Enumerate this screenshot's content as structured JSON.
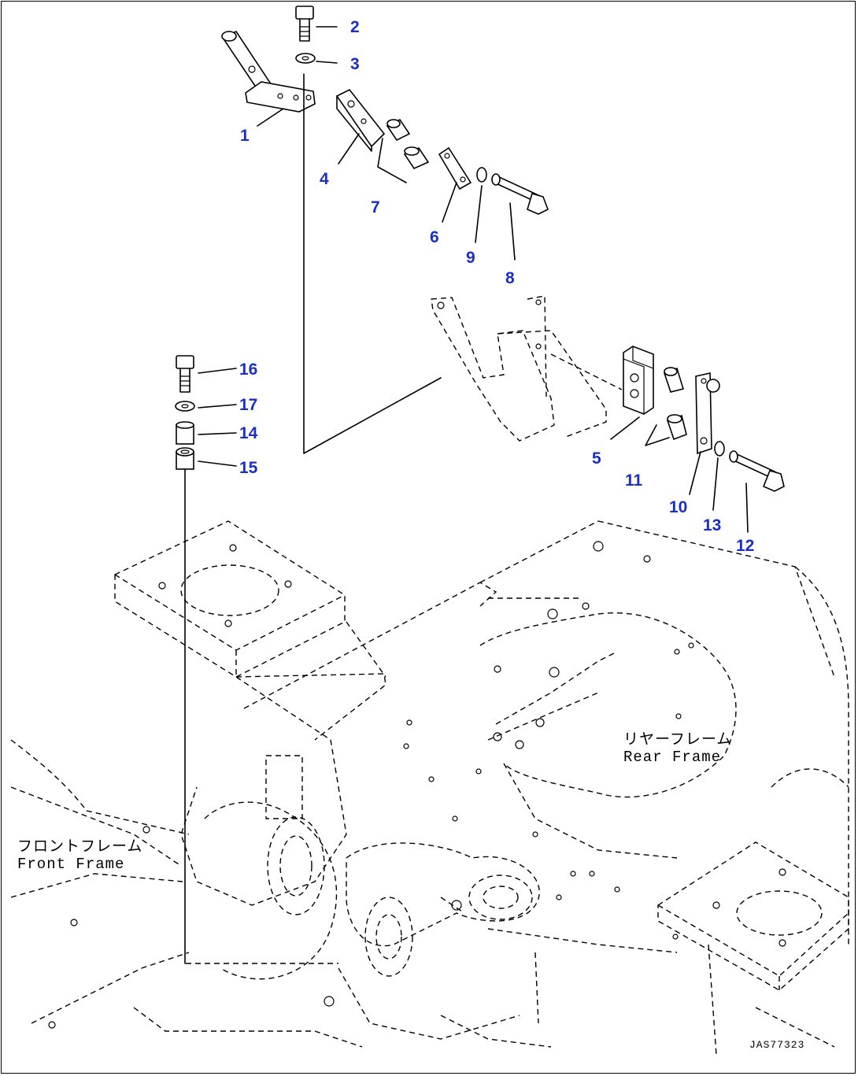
{
  "callouts": [
    "1",
    "2",
    "3",
    "4",
    "5",
    "6",
    "7",
    "8",
    "9",
    "10",
    "11",
    "12",
    "13",
    "14",
    "15",
    "16",
    "17"
  ],
  "labels": {
    "front_frame_jp": "フロントフレーム",
    "front_frame_en": "Front Frame",
    "rear_frame_jp": "リヤーフレーム",
    "rear_frame_en": "Rear Frame"
  },
  "drawing_code": "JAS77323",
  "colors": {
    "callout": "#1a2fc8",
    "line": "#000000",
    "background": "#ffffff"
  }
}
